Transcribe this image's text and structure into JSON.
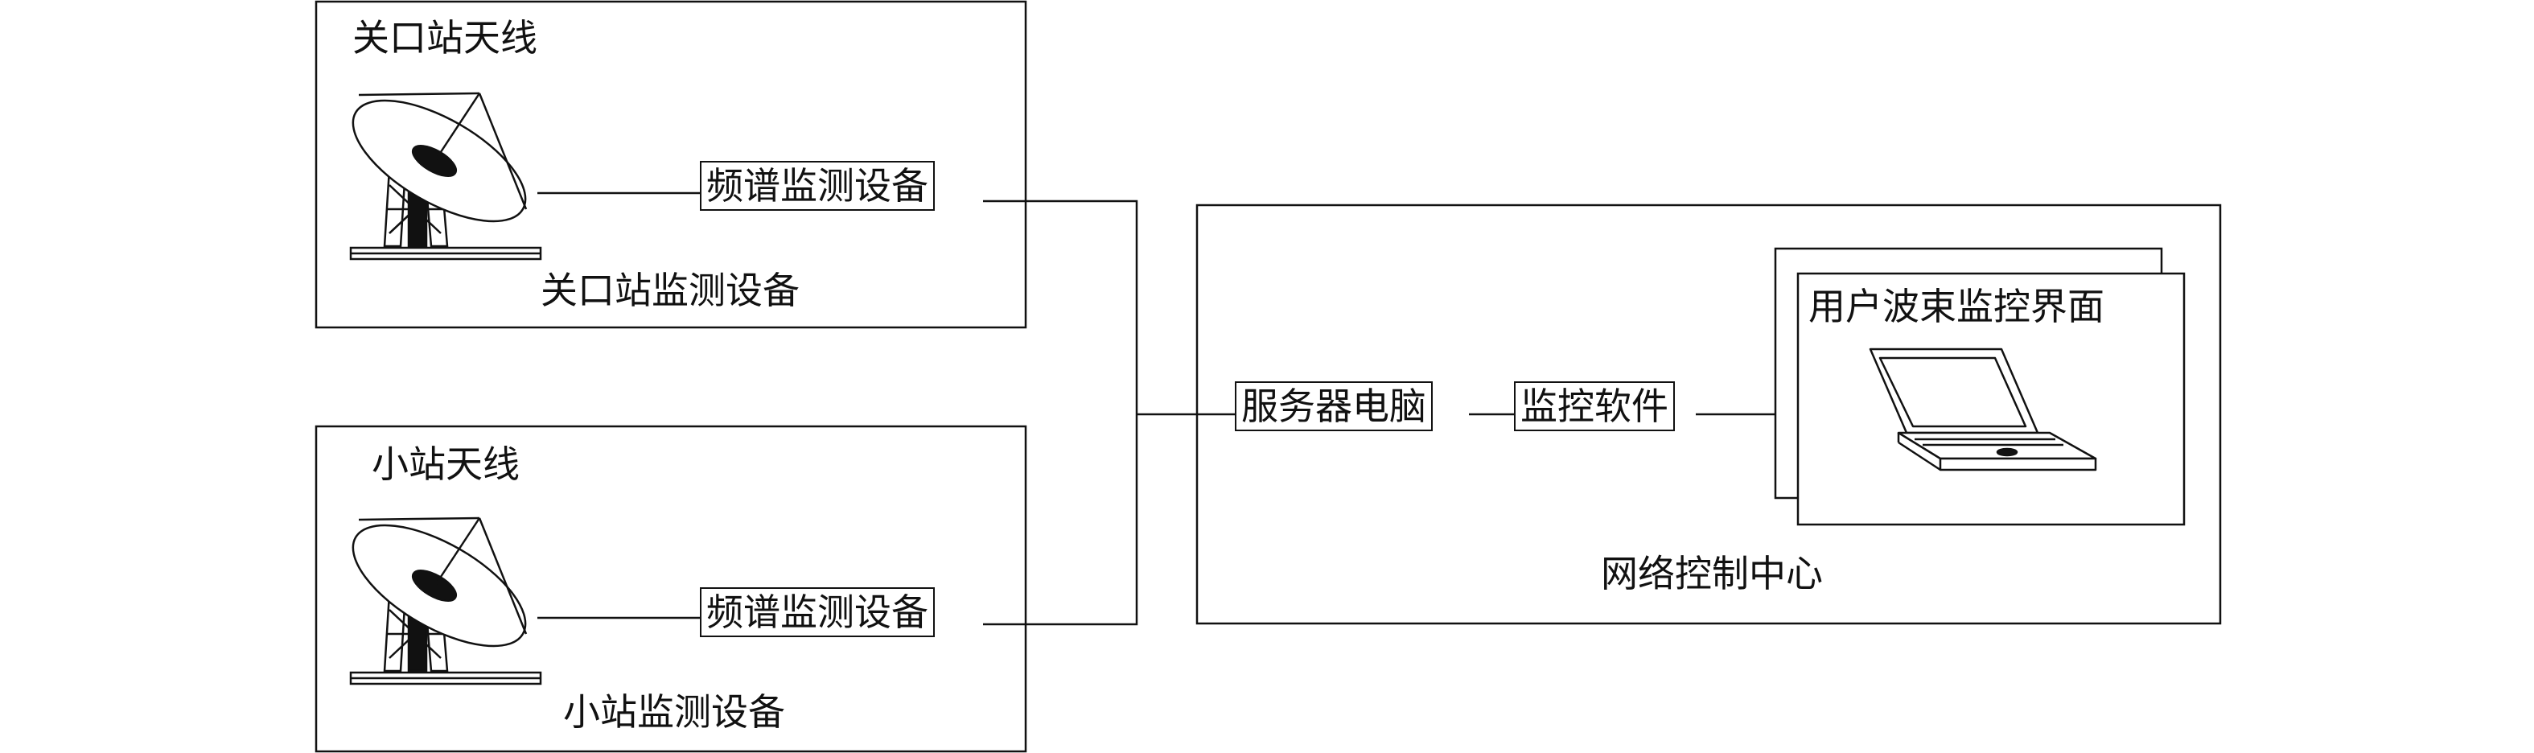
{
  "gateway": {
    "antenna_label": "关口站天线",
    "spectrum_device": "频谱监测设备",
    "group_label": "关口站监测设备"
  },
  "small_station": {
    "antenna_label": "小站天线",
    "spectrum_device": "频谱监测设备",
    "group_label": "小站监测设备"
  },
  "ncc": {
    "server": "服务器电脑",
    "software": "监控软件",
    "ui_title": "用户波束监控界面",
    "group_label": "网络控制中心"
  },
  "icons": [
    "satellite-dish-icon",
    "satellite-dish-icon",
    "laptop-icon"
  ]
}
